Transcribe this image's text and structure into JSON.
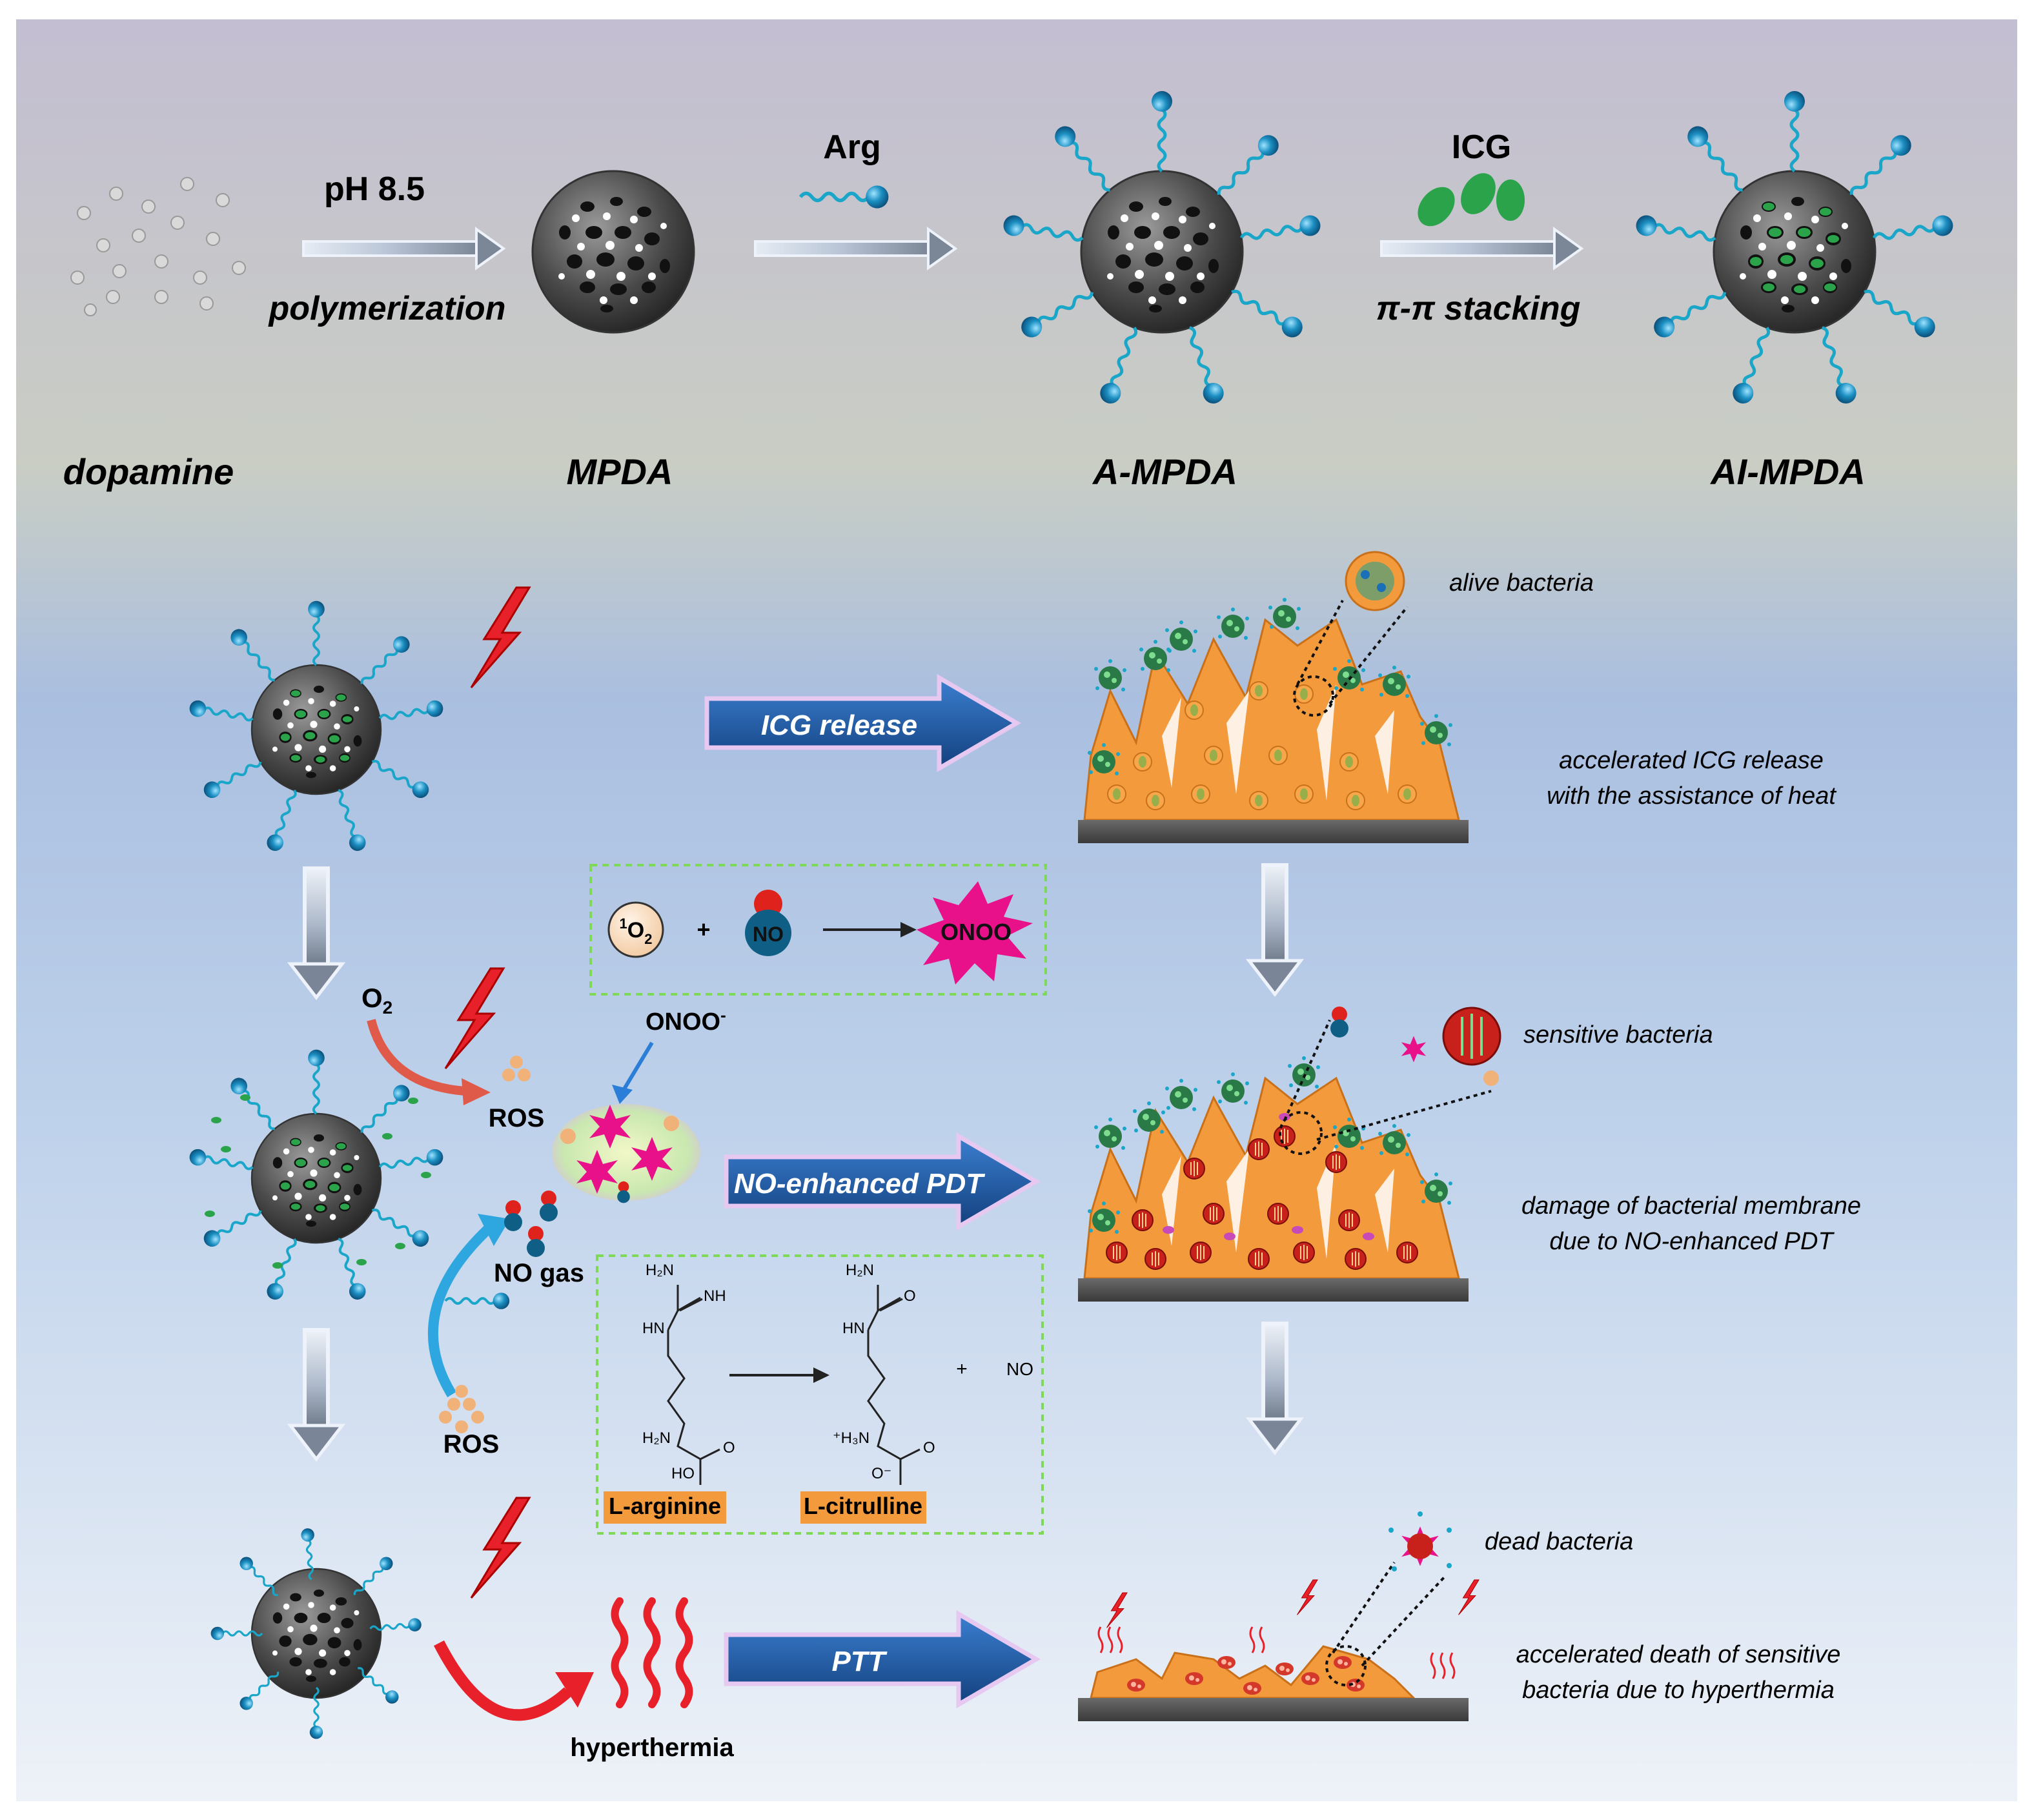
{
  "synthesis": {
    "steps": [
      {
        "above": "pH 8.5",
        "below": "polymerization"
      },
      {
        "above": "Arg",
        "below": ""
      },
      {
        "above": "ICG",
        "below": "π-π stacking"
      }
    ],
    "labels": [
      "dopamine",
      "MPDA",
      "A-MPDA",
      "AI-MPDA"
    ]
  },
  "mechanism": {
    "arrows": [
      "ICG release",
      "NO-enhanced PDT",
      "PTT"
    ],
    "o2": "O",
    "o2_sub": "2",
    "ros_top": "ROS",
    "ros_bottom": "ROS",
    "no_gas": "NO gas",
    "onoo_callout": "ONOO",
    "onoo_sup": "-",
    "hyperthermia": "hyperthermia"
  },
  "reaction_box": {
    "singlet_sup": "1",
    "singlet": "O",
    "singlet_sub": "2",
    "plus": "+",
    "no": "NO",
    "product": "ONOO"
  },
  "chem_box": {
    "arginine_label": "L-arginine",
    "citrulline_label": "L-citrulline",
    "plus": "+",
    "no": "NO",
    "atoms": {
      "h2n": "H₂N",
      "nh": "NH",
      "hn": "HN",
      "nh2": "H₂N",
      "oh": "HO",
      "o": "O",
      "h3n": "⁺H₃N",
      "o_minus": "O⁻",
      "o_double": "O"
    }
  },
  "results": {
    "alive": "alive bacteria",
    "release_note": [
      "accelerated ICG release",
      "with the assistance of heat"
    ],
    "sensitive": "sensitive bacteria",
    "damage_note": [
      "damage of bacterial membrane",
      "due to NO-enhanced PDT"
    ],
    "dead": "dead bacteria",
    "death_note": [
      "accelerated death of sensitive",
      "bacteria due to hyperthermia"
    ]
  },
  "colors": {
    "ligand": "#19a6c8",
    "bead": "#1b8fc2",
    "icg": "#2aa34a",
    "biofilm": "#f39a3c",
    "arrow_blue": "#1f5fae",
    "lightning": "#e8202a",
    "onoo_star": "#e8118a"
  }
}
